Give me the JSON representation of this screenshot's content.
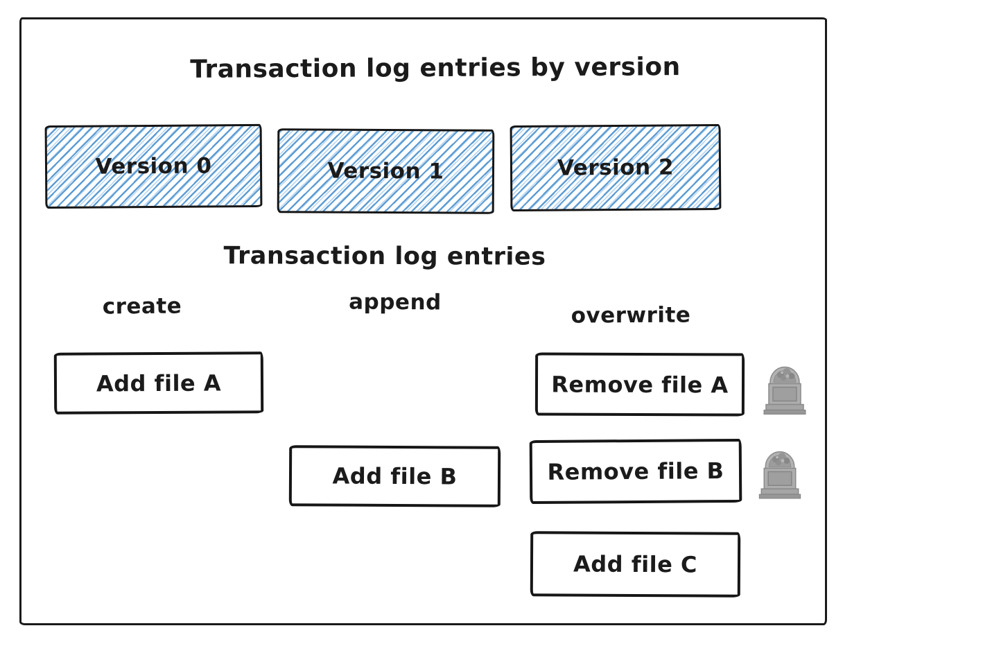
{
  "title": "Transaction log entries by version",
  "versions": [
    {
      "label": "Version 0"
    },
    {
      "label": "Version 1"
    },
    {
      "label": "Version 2"
    }
  ],
  "log_entries": {
    "subtitle": "Transaction log entries",
    "columns": [
      {
        "label": "create"
      },
      {
        "label": "append"
      },
      {
        "label": "overwrite"
      }
    ],
    "boxes": {
      "add_file_a": {
        "label": "Add file A",
        "column": "create"
      },
      "add_file_b": {
        "label": "Add file B",
        "column": "append"
      },
      "remove_file_a": {
        "label": "Remove file A",
        "column": "overwrite",
        "tombstone": true
      },
      "remove_file_b": {
        "label": "Remove file B",
        "column": "overwrite",
        "tombstone": true
      },
      "add_file_c": {
        "label": "Add file C",
        "column": "overwrite",
        "tombstone": false
      }
    }
  },
  "icons": {
    "tombstone": "headstone"
  },
  "colors": {
    "stroke": "#1a1a1a",
    "hatch_blue": "#5698d2",
    "hatch_blue_light": "#82b6e4",
    "tombstone_gray": "#a9a9a9",
    "background": "#ffffff"
  }
}
